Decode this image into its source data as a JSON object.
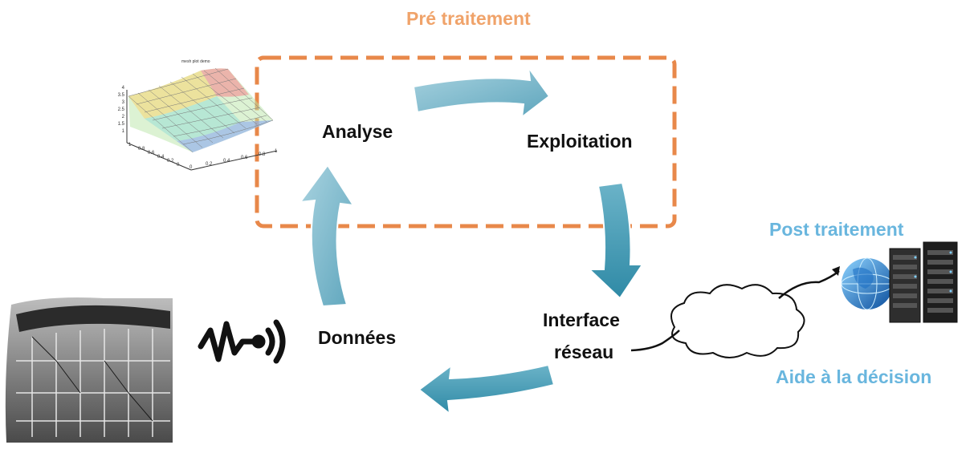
{
  "title_pre": "Pré traitement",
  "title_post": "Post traitement",
  "decision": "Aide à la décision",
  "nodes": {
    "analyse": "Analyse",
    "exploitation": "Exploitation",
    "interface_line1": "Interface",
    "interface_line2": "réseau",
    "donnees": "Données"
  },
  "mini_plot": {
    "title": "mesh plot demo",
    "z_ticks": [
      "4",
      "3.5",
      "3",
      "2.5",
      "2",
      "1.5",
      "1"
    ],
    "x_ticks": [
      "0",
      "0.2",
      "0.4",
      "0.6",
      "0.8",
      "1"
    ],
    "y_ticks": [
      "1",
      "0.8",
      "0.6",
      "0.4",
      "0.2",
      "0"
    ]
  },
  "colors": {
    "pre_accent": "#f0a36a",
    "post_accent": "#69b6de",
    "dash": "#e8884a",
    "arrow": "#7fb7c9",
    "arrow_dark": "#3f93ad"
  },
  "icons": [
    "3d-surface-plot-icon",
    "bridge-structure-photo",
    "sensor-wave-icon",
    "cloud-icon",
    "globe-icon",
    "server-rack-icon"
  ]
}
